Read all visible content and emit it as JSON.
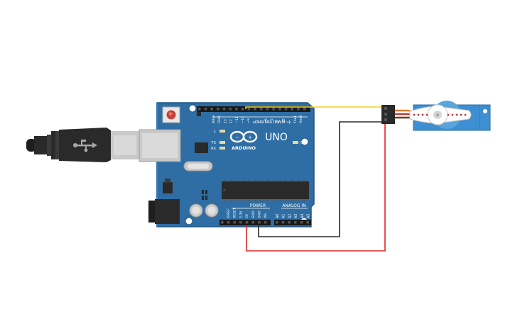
{
  "board": {
    "brand": "ARDUINO",
    "model": "UNO",
    "digital_label": "DIGITAL (PWM~)",
    "power_label": "POWER",
    "analog_label": "ANALOG IN",
    "on_label": "ON",
    "led_l": "L",
    "led_tx": "TX",
    "led_rx": "RX",
    "digital_pins": [
      "AREF",
      "GND",
      "13",
      "12",
      "~11",
      "~10",
      "~9",
      "8",
      "7",
      "~6",
      "~5",
      "4",
      "~3",
      "2",
      "TX▸1",
      "RX◂0"
    ],
    "power_pins": [
      "IOREF",
      "RESET",
      "3.3V",
      "5V",
      "GND",
      "GND",
      "Vin"
    ],
    "analog_pins": [
      "A0",
      "A1",
      "A2",
      "A3",
      "A4",
      "A5"
    ]
  },
  "wires": {
    "signal_color": "#f2d21b",
    "ground_color": "#2b2b2b",
    "power_color": "#e02424"
  },
  "colors": {
    "board": "#2e6ea4",
    "board_edge": "#1f5584",
    "usb_cable": "#2a2a2a",
    "servo_body": "#3d8fd1"
  },
  "icons": {
    "usb": "usb-icon",
    "arduino_logo": "arduino-infinity-logo"
  }
}
